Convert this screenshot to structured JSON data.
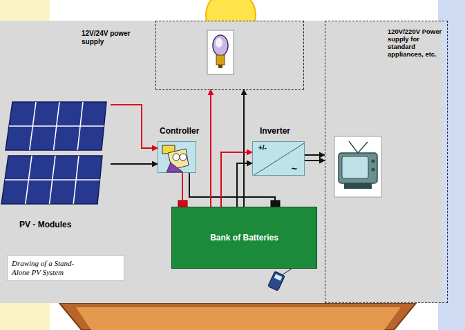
{
  "diagram": {
    "caption": "Drawing of a Stand- Alone PV System",
    "nodes": [
      {
        "text": [
          "PV - Modules"
        ]
      },
      {
        "text": [
          "Controller"
        ]
      },
      {
        "text": [
          "Inverter",
          "+/-",
          "~"
        ]
      },
      {
        "text": [
          "Bank of Batteries"
        ]
      },
      {
        "text": [
          "12V/24V power supply"
        ]
      },
      {
        "text": [
          "120V/220V Power supply for standard appliances, etc."
        ]
      }
    ],
    "edges": [
      {
        "from": 0,
        "to": 1,
        "arrow": "to"
      },
      {
        "from": 0,
        "to": 1,
        "arrow": "to"
      },
      {
        "from": 1,
        "to": 3,
        "arrow": "none"
      },
      {
        "from": 1,
        "to": 3,
        "arrow": "none"
      },
      {
        "from": 3,
        "to": 4,
        "arrow": "to"
      },
      {
        "from": 3,
        "to": 4,
        "arrow": "to"
      },
      {
        "from": 3,
        "to": 2,
        "arrow": "to"
      },
      {
        "from": 3,
        "to": 2,
        "arrow": "to"
      },
      {
        "from": 2,
        "to": 5,
        "arrow": "to"
      },
      {
        "from": 2,
        "to": 5,
        "arrow": "to"
      }
    ]
  }
}
